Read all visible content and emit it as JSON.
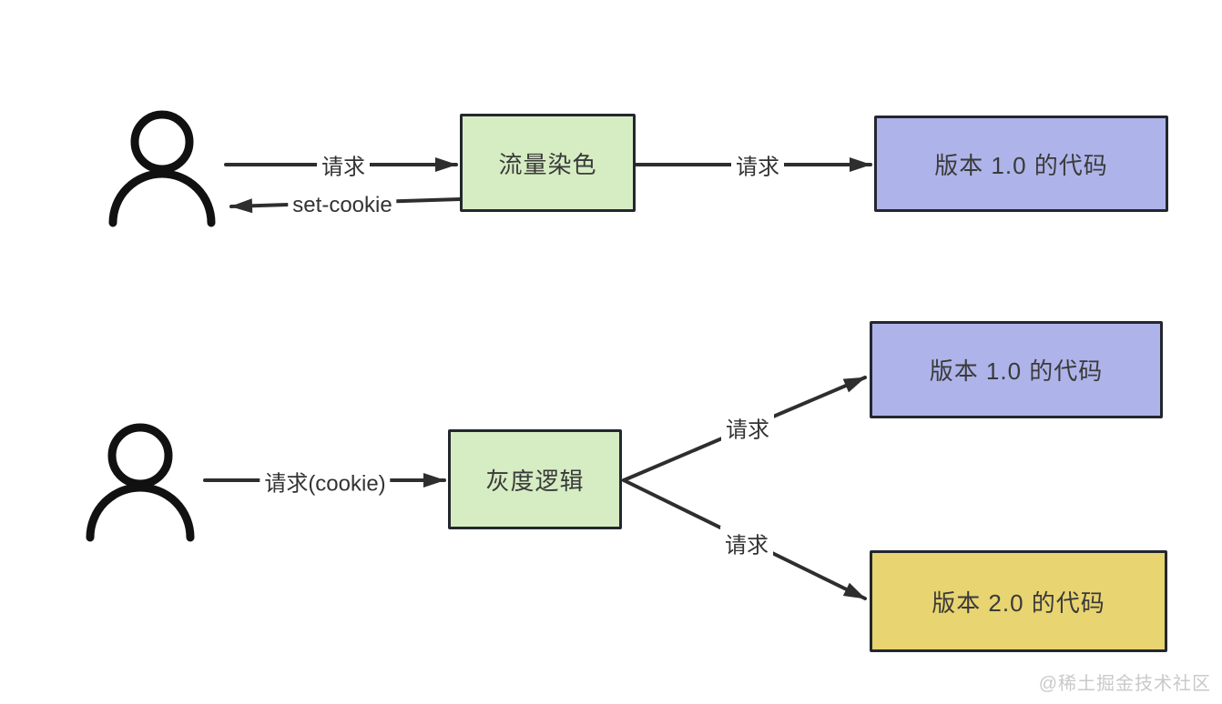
{
  "colors": {
    "background": "#ffffff",
    "line": "#2e2e2e",
    "icon": "#111111",
    "border": "#23272e",
    "box_green": "#d6edc3",
    "box_purple": "#aeb4e9",
    "box_yellow": "#e8d470",
    "node_text": "#3a3a3a",
    "label_text": "#333333",
    "watermark": "#c9c9c9"
  },
  "icons": {
    "user_top": "person-icon",
    "user_bottom": "person-icon"
  },
  "nodes": {
    "traffic_dye": {
      "label": "流量染色"
    },
    "v1_top": {
      "label": "版本 1.0 的代码"
    },
    "gray_logic": {
      "label": "灰度逻辑"
    },
    "v1_mid": {
      "label": "版本 1.0 的代码"
    },
    "v2": {
      "label": "版本 2.0 的代码"
    }
  },
  "edges": {
    "request_to_dye": {
      "label": "请求"
    },
    "set_cookie": {
      "label": "set-cookie"
    },
    "request_to_v1": {
      "label": "请求"
    },
    "request_cookie": {
      "label": "请求(cookie)"
    },
    "request_branch_v1": {
      "label": "请求"
    },
    "request_branch_v2": {
      "label": "请求"
    }
  },
  "watermark": {
    "text": "@稀土掘金技术社区"
  }
}
